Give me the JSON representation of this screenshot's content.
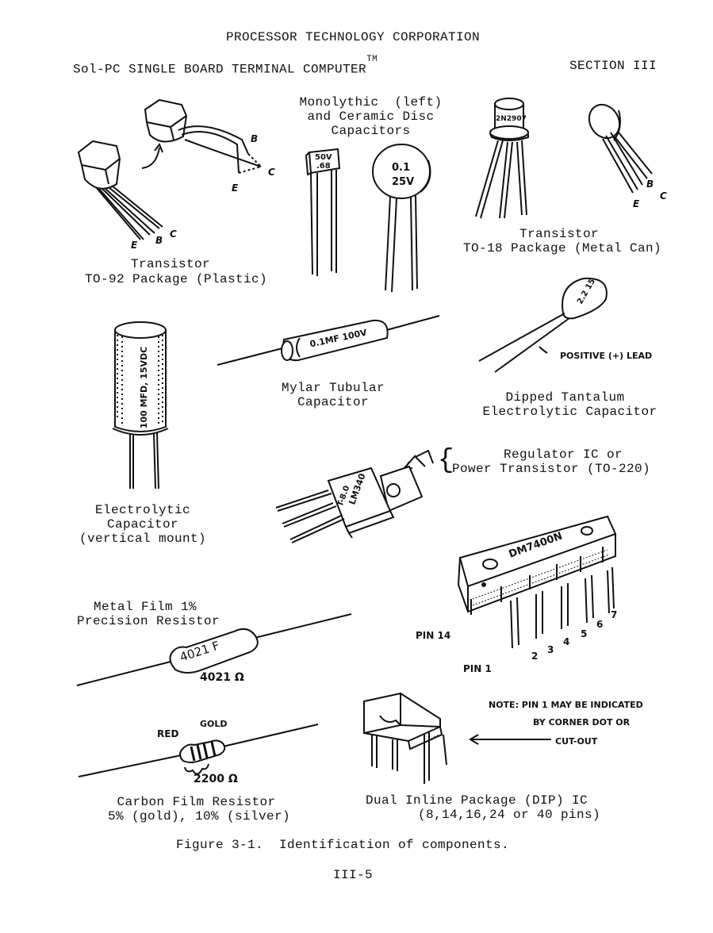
{
  "header": {
    "company": "PROCESSOR TECHNOLOGY CORPORATION",
    "title": "Sol-PC SINGLE BOARD TERMINAL COMPUTER",
    "trademark": "TM",
    "section": "SECTION III"
  },
  "components": {
    "to92": {
      "label_line1": "Transistor",
      "label_line2": "TO-92 Package (Plastic)",
      "pin_e": "E",
      "pin_b": "B",
      "pin_c": "C"
    },
    "capacitors_disc": {
      "label_line1": "Monolythic  (left)",
      "label_line2": "and Ceramic Disc",
      "label_line3": "Capacitors",
      "mono_marking_1": "50V",
      "mono_marking_2": ".68",
      "disc_marking_1": "0.1",
      "disc_marking_2": "25V"
    },
    "to18": {
      "label_line1": "Transistor",
      "label_line2": "TO-18 Package (Metal Can)",
      "marking": "2N2907",
      "pin_e": "E",
      "pin_b": "B",
      "pin_c": "C"
    },
    "electrolytic": {
      "label_line1": "Electrolytic",
      "label_line2": "Capacitor",
      "label_line3": "(vertical mount)",
      "marking": "100 MFD, 15VDC"
    },
    "mylar": {
      "label_line1": "Mylar Tubular",
      "label_line2": "Capacitor",
      "marking": "0.1MF 100V"
    },
    "tantalum": {
      "label_line1": "Dipped Tantalum",
      "label_line2": "Electrolytic Capacitor",
      "marking": "2.2 15",
      "lead_note": "POSITIVE (+) LEAD"
    },
    "regulator": {
      "label_line1": "Regulator IC or",
      "label_line2": "Power Transistor (TO-220)",
      "marking_1": "LM340",
      "marking_2": "T-8.0"
    },
    "metal_film": {
      "label_line1": "Metal Film 1%",
      "label_line2": "Precision Resistor",
      "marking": "4021 F",
      "value": "4021 Ω"
    },
    "dip_ic": {
      "marking": "DM7400N",
      "pin14": "PIN 14",
      "pin1": "PIN 1",
      "pin_numbers": [
        "2",
        "3",
        "4",
        "5",
        "6",
        "7"
      ],
      "label_line1": "Dual Inline Package (DIP) IC",
      "label_line2": "(8,14,16,24 or 40 pins)",
      "note_line1": "NOTE:  PIN 1 MAY BE INDICATED",
      "note_line2": "BY CORNER DOT OR",
      "note_line3": "CUT-OUT"
    },
    "carbon_film": {
      "red": "RED",
      "gold": "GOLD",
      "value": "2200 Ω",
      "label_line1": "Carbon Film Resistor",
      "label_line2": "5% (gold), 10% (silver)"
    }
  },
  "caption": "Figure 3-1.  Identification of components.",
  "page_number": "III-5"
}
